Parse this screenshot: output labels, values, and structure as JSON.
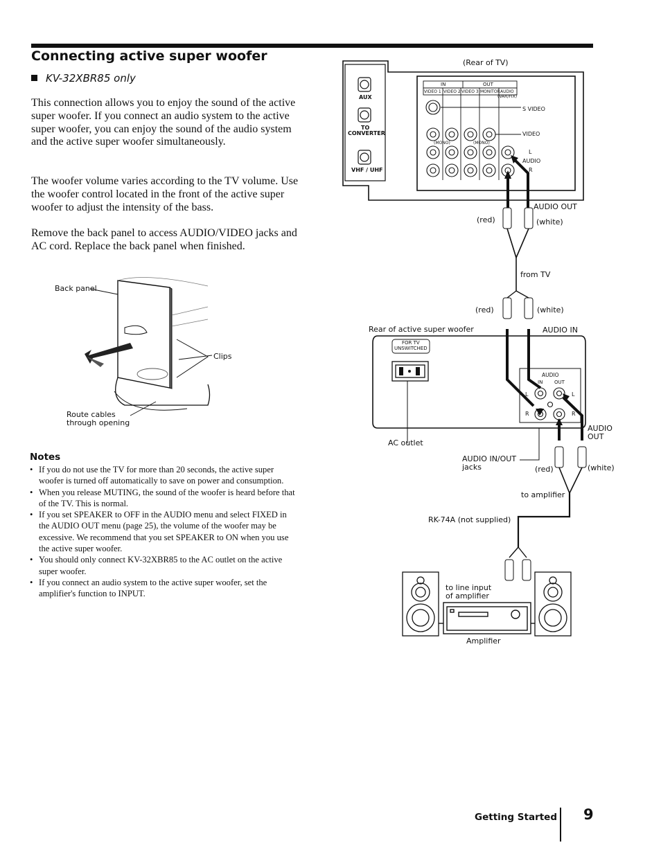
{
  "header": {
    "title": "Connecting active super woofer",
    "model_note": "KV-32XBR85 only"
  },
  "body": {
    "para1": "This connection allows you to enjoy the sound of the active super woofer. If you connect an audio system to the active super woofer, you can enjoy the sound of the audio system and the active super woofer simultaneously.",
    "para2": "The woofer volume varies according to the TV volume. Use the woofer control located in the front of the active super woofer to adjust the intensity of the bass.",
    "para3": "Remove the back panel to access AUDIO/VIDEO jacks and AC cord. Replace the back panel when finished."
  },
  "panel_figure": {
    "back_panel": "Back panel",
    "clips": "Clips",
    "route_cables_1": "Route cables",
    "route_cables_2": "through opening"
  },
  "notes": {
    "title": "Notes",
    "items": [
      "If you do not use the TV for more than 20 seconds, the active super woofer is turned off automatically to save on power and consumption.",
      "When you release MUTING, the sound of the woofer is heard before that of the TV. This is normal.",
      "If you set SPEAKER to OFF in the AUDIO menu and select FIXED in the AUDIO OUT menu (page 25), the volume of the woofer may be excessive. We recommend that you set SPEAKER to ON when you use the active super woofer.",
      "You should only connect KV-32XBR85 to the AC outlet on the active super woofer.",
      "If you connect an audio system to the active super woofer, set the amplifier's function to INPUT."
    ]
  },
  "diagram": {
    "rear_of_tv": "(Rear of TV)",
    "aux": "AUX",
    "to_converter_1": "TO",
    "to_converter_2": "CONVERTER",
    "vhf_uhf": "VHF / UHF",
    "jack_in": "IN",
    "jack_out": "OUT",
    "jack_video1": "VIDEO 1",
    "jack_video2": "VIDEO 2",
    "jack_video3": "VIDEO 3",
    "jack_monitor": "MONITOR",
    "jack_audio": "AUDIO",
    "jack_var_fix": "(VAR/FIX)",
    "mono_1": "(MONO)",
    "mono_2": "(MONO)",
    "s_video": "S VIDEO",
    "video": "VIDEO",
    "l": "L",
    "audio": "AUDIO",
    "r": "R",
    "audio_out": "AUDIO OUT",
    "red_1": "(red)",
    "white_1": "(white)",
    "from_tv": "from TV",
    "red_2": "(red)",
    "white_2": "(white)",
    "rear_woofer": "Rear of active super woofer",
    "audio_in": "AUDIO IN",
    "for_tv": "FOR TV",
    "unswitched": "UNSWITCHED",
    "woofer_audio": "AUDIO",
    "woofer_in": "IN",
    "woofer_out": "OUT",
    "woofer_l": "L",
    "woofer_r": "R",
    "ac_outlet": "AC outlet",
    "audio_inout_jacks_1": "AUDIO IN/OUT",
    "audio_inout_jacks_2": "jacks",
    "audio_out_right_1": "AUDIO",
    "audio_out_right_2": "OUT",
    "red_3": "(red)",
    "white_3": "(white)",
    "to_amplifier": "to amplifier",
    "rk74a": "RK-74A (not supplied)",
    "to_line_input_1": "to line input",
    "to_line_input_2": "of amplifier",
    "amplifier": "Amplifier"
  },
  "footer": {
    "section": "Getting Started",
    "page": "9"
  }
}
